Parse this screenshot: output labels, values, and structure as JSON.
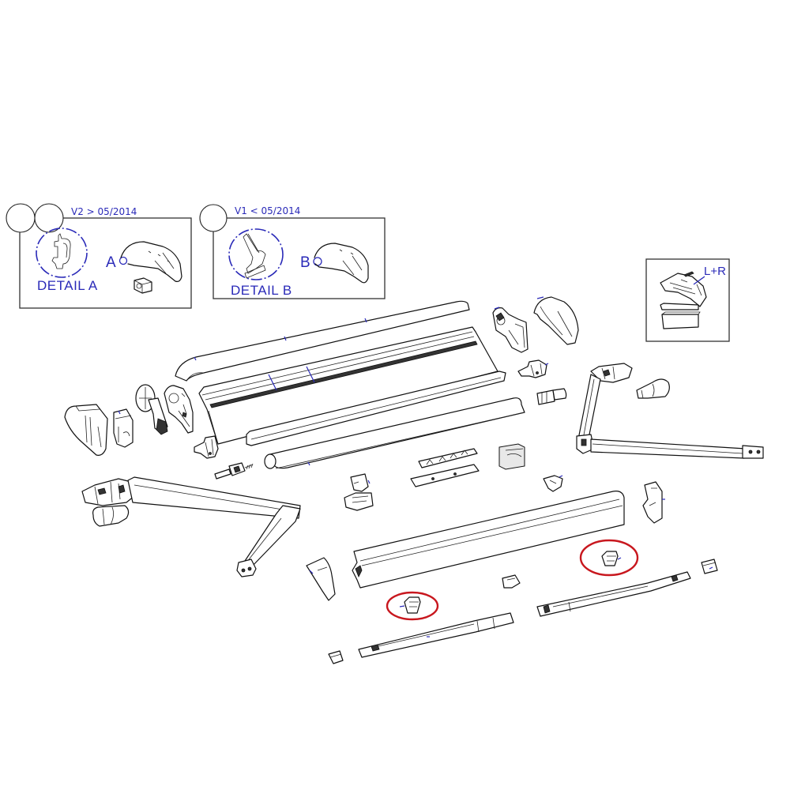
{
  "diagram": {
    "type": "exploded-parts-view",
    "subject": "awning assembly",
    "background": "#ffffff",
    "colors": {
      "line_art": "#111111",
      "annotation_blue": "#2a2ab8",
      "highlight_red": "#c8171e"
    }
  },
  "inset_v2": {
    "version_label": "V2 > 05/2014",
    "balloon_count": 2,
    "detail_label": "DETAIL A",
    "callout_letter": "A"
  },
  "inset_v1": {
    "version_label": "V1 < 05/2014",
    "balloon_count": 1,
    "detail_label": "DETAIL B",
    "callout_letter": "B"
  },
  "inset_lr": {
    "label": "L+R"
  },
  "parts": [
    {
      "id": "upper-cover-profile",
      "kind": "long profile"
    },
    {
      "id": "roller-tube-profile",
      "kind": "long profile"
    },
    {
      "id": "front-rail-strip",
      "kind": "long profile"
    },
    {
      "id": "fabric-roll",
      "kind": "long profile"
    },
    {
      "id": "left-end-cap",
      "kind": "end cap"
    },
    {
      "id": "left-side-bracket",
      "kind": "bracket"
    },
    {
      "id": "left-gear-disk",
      "kind": "drive"
    },
    {
      "id": "left-gear-housing",
      "kind": "housing"
    },
    {
      "id": "left-mount-clip",
      "kind": "clip"
    },
    {
      "id": "left-spring-pin",
      "kind": "pin"
    },
    {
      "id": "left-arm",
      "kind": "folding arm"
    },
    {
      "id": "left-arm-cover",
      "kind": "cover"
    },
    {
      "id": "right-gear-housing",
      "kind": "housing"
    },
    {
      "id": "right-end-cap",
      "kind": "end cap"
    },
    {
      "id": "right-mount-clip",
      "kind": "clip"
    },
    {
      "id": "right-shaft-plug",
      "kind": "plug"
    },
    {
      "id": "right-arm",
      "kind": "folding arm"
    },
    {
      "id": "right-arm-cover",
      "kind": "cover"
    },
    {
      "id": "center-bracket-pair",
      "kind": "bracket"
    },
    {
      "id": "center-rail-clips",
      "kind": "rail"
    },
    {
      "id": "center-cube-block",
      "kind": "block"
    },
    {
      "id": "center-small-bracket",
      "kind": "bracket"
    },
    {
      "id": "front-bar",
      "kind": "front profile"
    },
    {
      "id": "front-bar-left-cap",
      "kind": "end cap"
    },
    {
      "id": "front-bar-right-cap",
      "kind": "end cap"
    },
    {
      "id": "front-bar-center-clip",
      "kind": "clip"
    },
    {
      "id": "lower-left-support-leg",
      "kind": "leg"
    },
    {
      "id": "lower-right-support-leg",
      "kind": "leg"
    },
    {
      "id": "lower-left-foot",
      "kind": "foot"
    },
    {
      "id": "lower-right-foot",
      "kind": "foot"
    },
    {
      "id": "highlighted-clip-left",
      "kind": "clip",
      "highlighted": true
    },
    {
      "id": "highlighted-clip-right",
      "kind": "clip",
      "highlighted": true
    }
  ],
  "highlights": [
    {
      "target": "highlighted-clip-left",
      "shape": "ellipse",
      "color": "#c8171e"
    },
    {
      "target": "highlighted-clip-right",
      "shape": "ellipse",
      "color": "#c8171e"
    }
  ]
}
